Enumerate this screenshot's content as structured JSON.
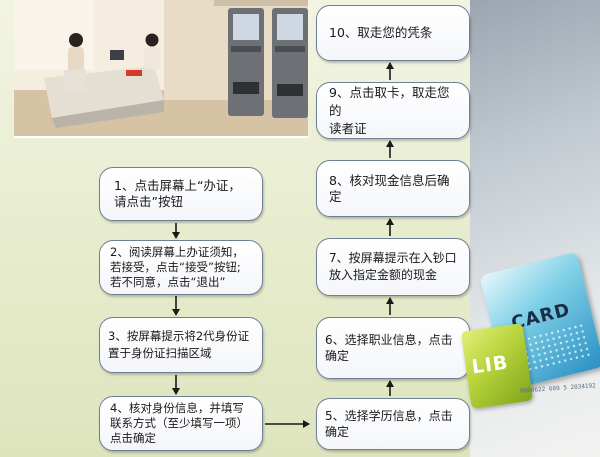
{
  "flow": {
    "steps_left": [
      {
        "lines": [
          "1、点击屏幕上“办证，",
          "请点击”按钮"
        ]
      },
      {
        "lines": [
          "2、阅读屏幕上办证须知，",
          "若接受，点击“接受”按钮;",
          "若不同意，点击“退出”"
        ]
      },
      {
        "lines": [
          "3、按屏幕提示将2代身份证",
          "置于身份证扫描区域"
        ]
      },
      {
        "lines": [
          "4、核对身份信息，并填写",
          "联系方式（至少填写一项）",
          "点击确定"
        ]
      }
    ],
    "steps_right": [
      {
        "lines": [
          "5、选择学历信息，点击确定"
        ]
      },
      {
        "lines": [
          "6、选择职业信息，点击确定"
        ]
      },
      {
        "lines": [
          "7、按屏幕提示在入钞口",
          "放入指定金额的现金"
        ]
      },
      {
        "lines": [
          "8、核对现金信息后确定"
        ]
      },
      {
        "lines": [
          "9、点击取卡，取走您的",
          "读者证"
        ]
      },
      {
        "lines": [
          "10、取走您的凭条"
        ]
      }
    ]
  },
  "decoration": {
    "lib_label": "LIB",
    "card_label": "CARD",
    "card_number": "0000622 609 5 2034192"
  }
}
